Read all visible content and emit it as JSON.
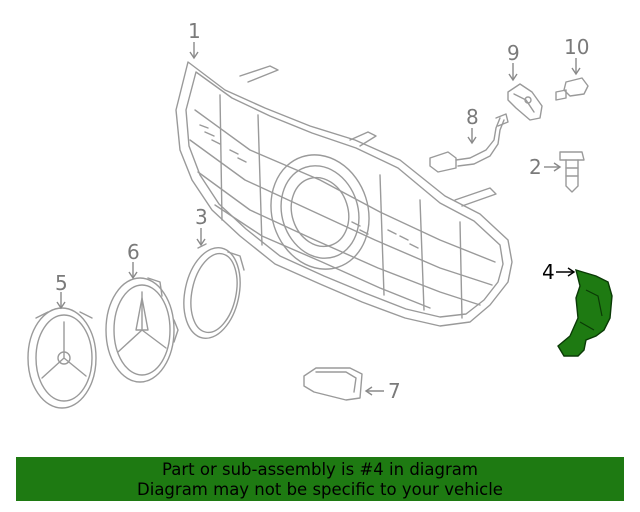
{
  "callouts": {
    "c1": "1",
    "c2": "2",
    "c3": "3",
    "c4": "4",
    "c5": "5",
    "c6": "6",
    "c7": "7",
    "c8": "8",
    "c9": "9",
    "c10": "10"
  },
  "highlighted_part": "4",
  "colors": {
    "highlight": "#1e7a12",
    "line": "#9a9a9a",
    "banner_bg": "#1e7a12"
  },
  "banner": {
    "line1": "Part or sub-assembly is #4 in diagram",
    "line2": "Diagram may not be specific to your vehicle"
  }
}
